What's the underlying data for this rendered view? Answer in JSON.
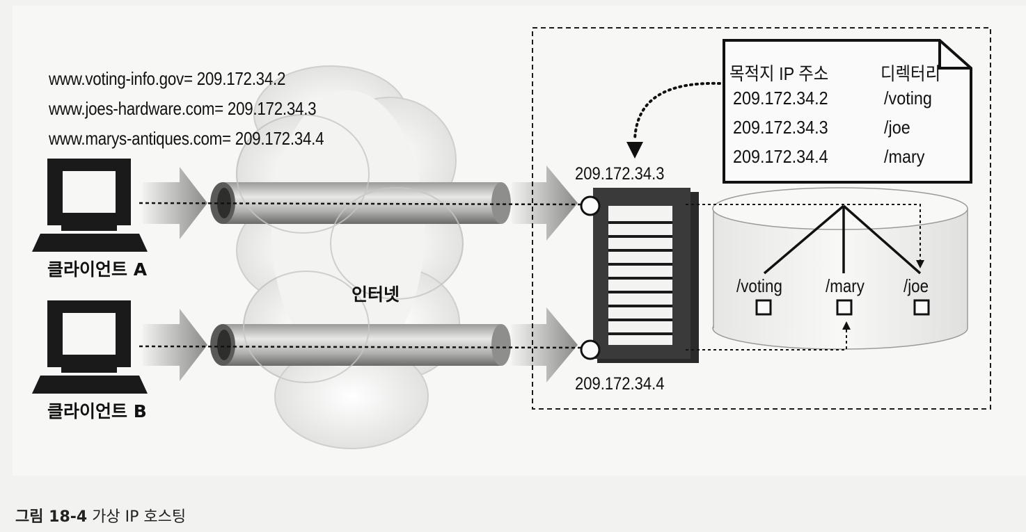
{
  "dns_entries": [
    "www.voting-info.gov= 209.172.34.2",
    "www.joes-hardware.com= 209.172.34.3",
    "www.marys-antiques.com= 209.172.34.4"
  ],
  "clients": [
    {
      "label": "클라이언트 A"
    },
    {
      "label": "클라이언트 B"
    }
  ],
  "internet_label": "인터넷",
  "server_ips": {
    "top": "209.172.34.3",
    "bottom": "209.172.34.4"
  },
  "mapping_table": {
    "header_ip": "목적지 IP 주소",
    "header_dir": "디렉터리",
    "rows": [
      {
        "ip": "209.172.34.2",
        "dir": "/voting"
      },
      {
        "ip": "209.172.34.3",
        "dir": "/joe"
      },
      {
        "ip": "209.172.34.4",
        "dir": "/mary"
      }
    ]
  },
  "directories": [
    "/voting",
    "/mary",
    "/joe"
  ],
  "caption": {
    "number": "그림 18-4",
    "text": " 가상 IP 호스팅"
  }
}
